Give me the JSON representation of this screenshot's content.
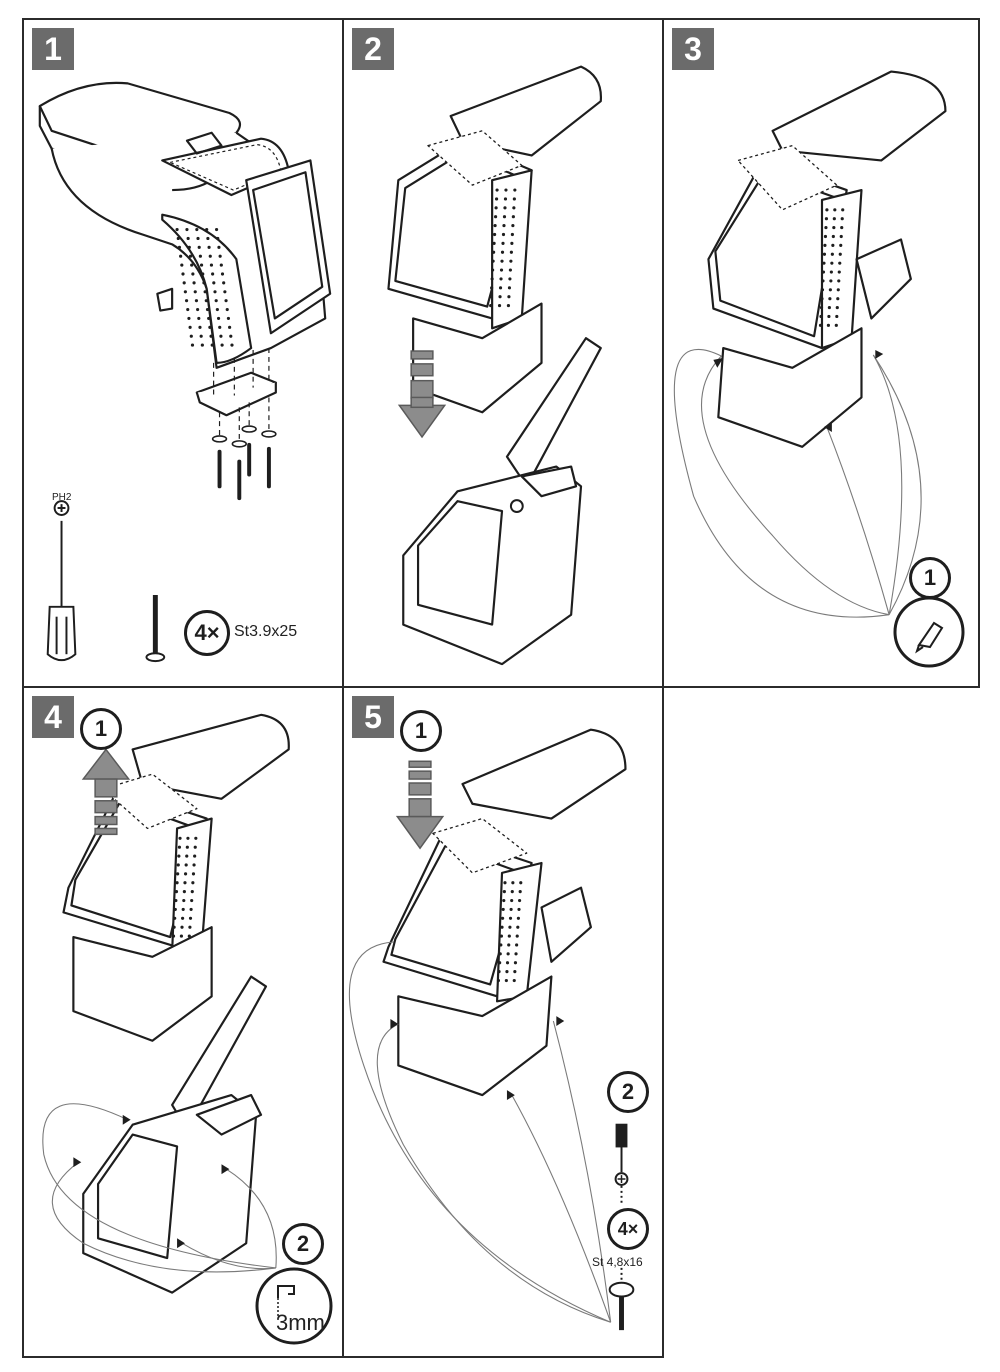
{
  "steps": [
    {
      "number": "1"
    },
    {
      "number": "2"
    },
    {
      "number": "3",
      "callouts": [
        "1"
      ]
    },
    {
      "number": "4",
      "callouts": [
        "1",
        "2"
      ],
      "drill_size": "3mm"
    },
    {
      "number": "5",
      "callouts": [
        "1",
        "2"
      ],
      "quantity": "4×",
      "screw": "St 4,8x16"
    }
  ],
  "step1": {
    "tool_label": "PH2",
    "quantity": "4×",
    "screw": "St3.9x25"
  },
  "colors": {
    "line": "#1e1e1e",
    "step_badge": "#6b6b6b",
    "arrow": "#8c8c8c"
  }
}
